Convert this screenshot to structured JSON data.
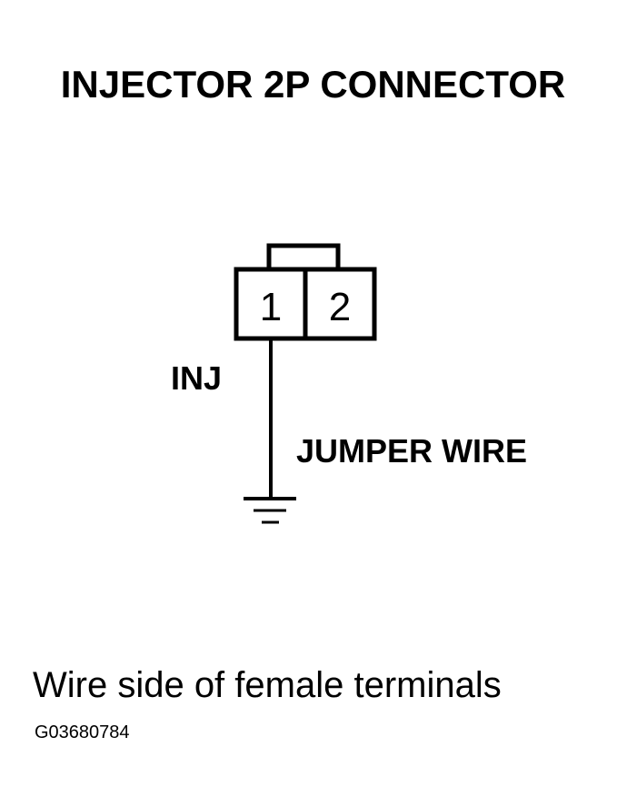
{
  "title": "INJECTOR 2P CONNECTOR",
  "connector": {
    "terminals": [
      {
        "number": "1"
      },
      {
        "number": "2"
      }
    ]
  },
  "labels": {
    "inj": "INJ",
    "jumper_wire": "JUMPER WIRE"
  },
  "caption": "Wire side of female terminals",
  "figure_id": "G03680784",
  "colors": {
    "ink": "#000000",
    "background": "#ffffff"
  }
}
